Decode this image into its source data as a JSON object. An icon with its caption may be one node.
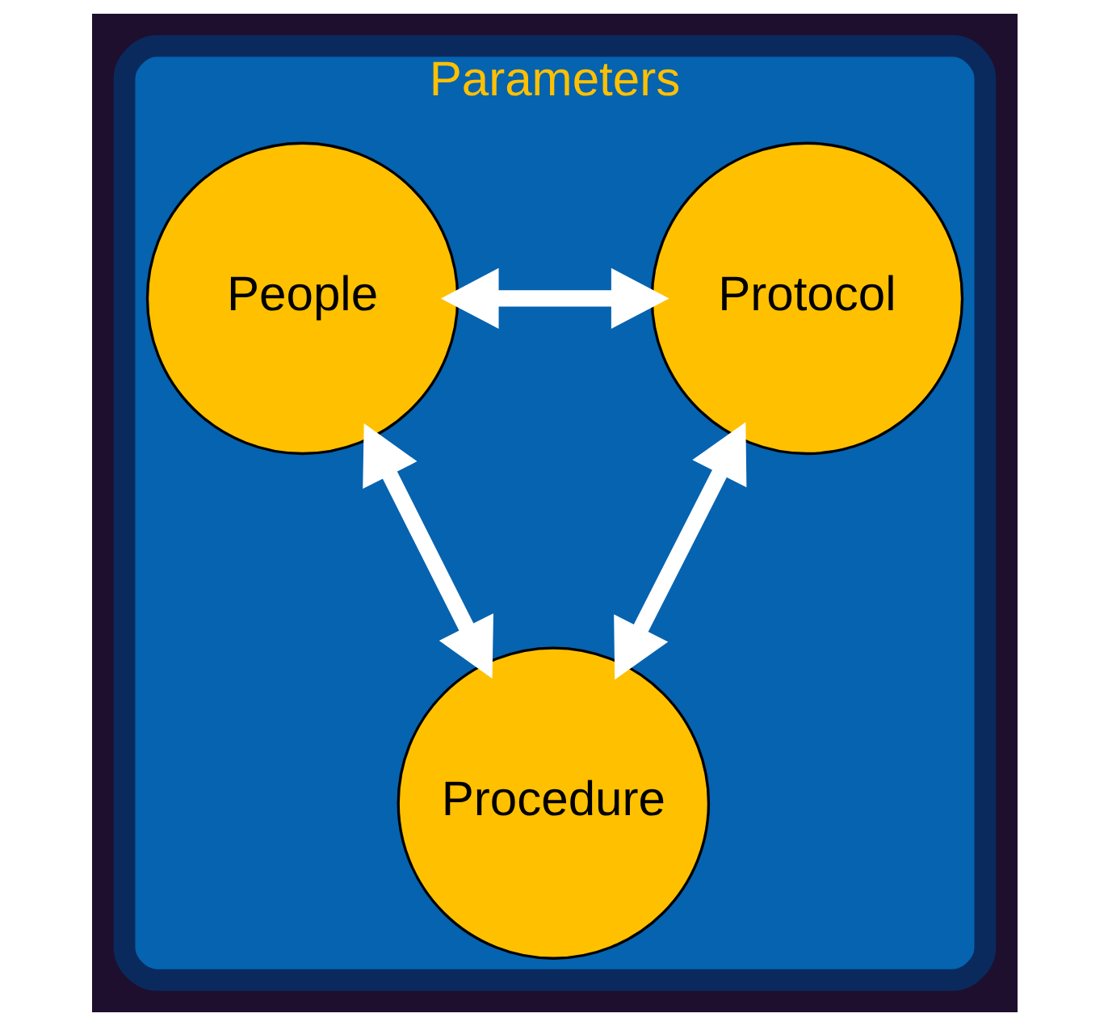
{
  "diagram": {
    "nodes": [
      {
        "text": [
          "Parameters"
        ]
      },
      {
        "text": [
          "People"
        ],
        "in": 0
      },
      {
        "text": [
          "Protocol"
        ],
        "in": 0
      },
      {
        "text": [
          "Procedure"
        ],
        "in": 0
      }
    ],
    "edges": [
      {
        "from": 1,
        "to": 2,
        "arrow": "both"
      },
      {
        "from": 1,
        "to": 3,
        "arrow": "both"
      },
      {
        "from": 2,
        "to": 3,
        "arrow": "both"
      }
    ]
  }
}
